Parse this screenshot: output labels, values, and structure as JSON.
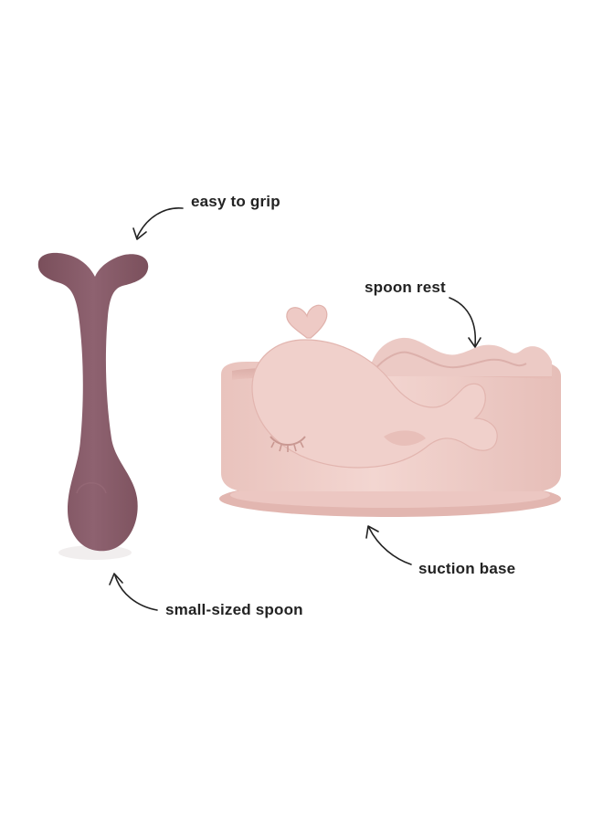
{
  "annotations": {
    "grip": "easy to grip",
    "spoon_rest": "spoon rest",
    "suction_base": "suction base",
    "small_spoon": "small-sized spoon"
  },
  "colors": {
    "background": "#ffffff",
    "spoon": "#8a5e6a",
    "bowl": "#efcdc8",
    "bowl_shadow": "#dcb0ab",
    "arrow": "#222222",
    "text": "#222222"
  }
}
